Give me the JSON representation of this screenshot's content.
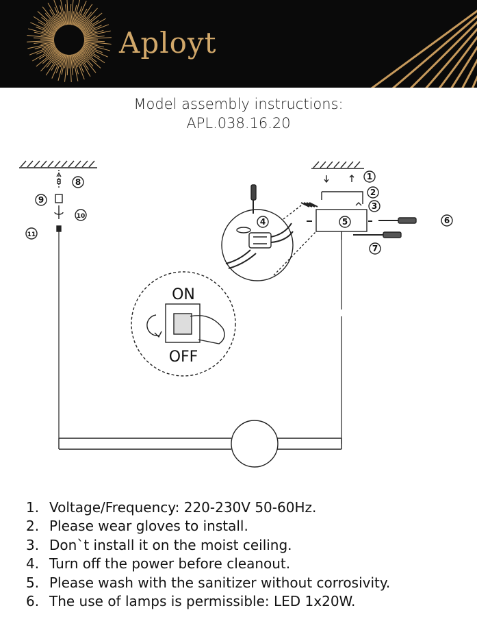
{
  "brand": {
    "name": "Aployt"
  },
  "title": {
    "line1": "Model assembly instructions:",
    "line2": "APL.038.16.20"
  },
  "diagram": {
    "callouts": [
      "1",
      "2",
      "3",
      "4",
      "5",
      "6",
      "7",
      "8",
      "9",
      "10",
      "11"
    ],
    "switch_on": "ON",
    "switch_off": "OFF"
  },
  "rules": [
    {
      "num": "1.",
      "text": "Voltage/Frequency: 220-230V 50-60Hz."
    },
    {
      "num": "2.",
      "text": "Please wear gloves to install."
    },
    {
      "num": "3.",
      "text": "Don`t install it on the moist ceiling."
    },
    {
      "num": "4.",
      "text": "Turn off the power before cleanout."
    },
    {
      "num": "5.",
      "text": "Please wash with the sanitizer without corrosivity."
    },
    {
      "num": "6.",
      "text": "The use of lamps is permissible: LED 1x20W."
    }
  ],
  "colors": {
    "header_bg": "#0a0a0a",
    "brand_gold": "#d2a86a"
  }
}
